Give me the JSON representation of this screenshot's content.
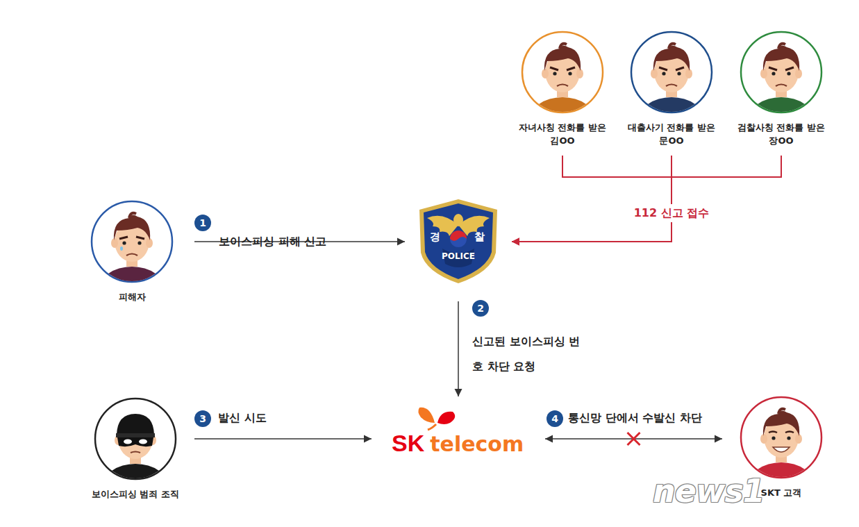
{
  "diagram": {
    "nodes": [
      {
        "text": [
          "자녀사칭 전화를 받은 김OO"
        ]
      },
      {
        "text": [
          "대출사기 전화를 받은 문OO"
        ]
      },
      {
        "text": [
          "검찰사칭 전화를 받은 장OO"
        ]
      },
      {
        "text": [
          "피해자"
        ]
      },
      {
        "text": [
          "경",
          "찰",
          "POLICE"
        ]
      },
      {
        "text": [
          "보이스피싱 범죄 조직"
        ]
      },
      {
        "text": [
          "SK",
          "telecom"
        ]
      },
      {
        "text": [
          "SKT 고객"
        ]
      }
    ],
    "edges": [
      {
        "from": 3,
        "to": 4,
        "arrow": "to",
        "label": "보이스피싱 피해 신고"
      },
      {
        "from": 0,
        "to": 4,
        "arrow": "to"
      },
      {
        "from": 1,
        "to": 4,
        "arrow": "to",
        "label": "112 신고 접수"
      },
      {
        "from": 2,
        "to": 4,
        "arrow": "to"
      },
      {
        "from": 4,
        "to": 6,
        "arrow": "to",
        "label": "신고된 보이스피싱 번호 차단 요청"
      },
      {
        "from": 5,
        "to": 6,
        "arrow": "to",
        "label": "발신 시도"
      },
      {
        "from": 6,
        "to": 7,
        "arrow": "both",
        "label": "통신망 단에서 수발신 차단"
      }
    ],
    "labels": [
      "1",
      "2",
      "3",
      "4",
      "news1"
    ]
  }
}
